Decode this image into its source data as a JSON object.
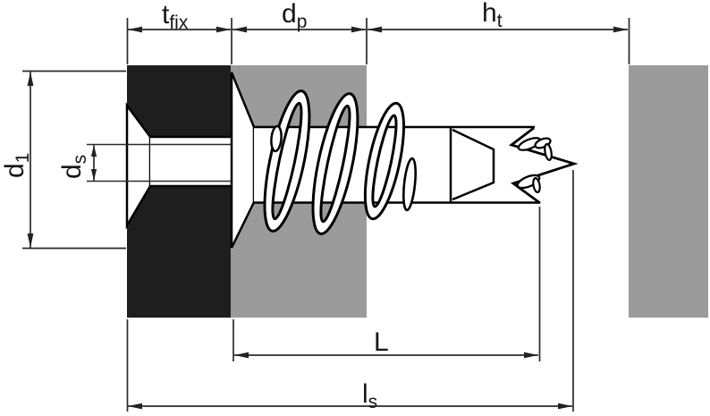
{
  "figure": {
    "title": "anchor-installation-cross-section",
    "dimensions": {
      "t_fix": {
        "main": "t",
        "sub": "fix"
      },
      "d_p": {
        "main": "d",
        "sub": "p"
      },
      "h_t": {
        "main": "h",
        "sub": "t"
      },
      "d_1": {
        "main": "d",
        "sub": "1"
      },
      "d_s": {
        "main": "d",
        "sub": "s"
      },
      "L": {
        "main": "L",
        "sub": ""
      },
      "l_s": {
        "main": "l",
        "sub": "s"
      }
    },
    "colors": {
      "fixture_black": "#1e1e1e",
      "board_gray": "#9b9b9b",
      "outline": "#000000",
      "dimension_line": "#2a2a2a",
      "background": "#ffffff"
    }
  }
}
